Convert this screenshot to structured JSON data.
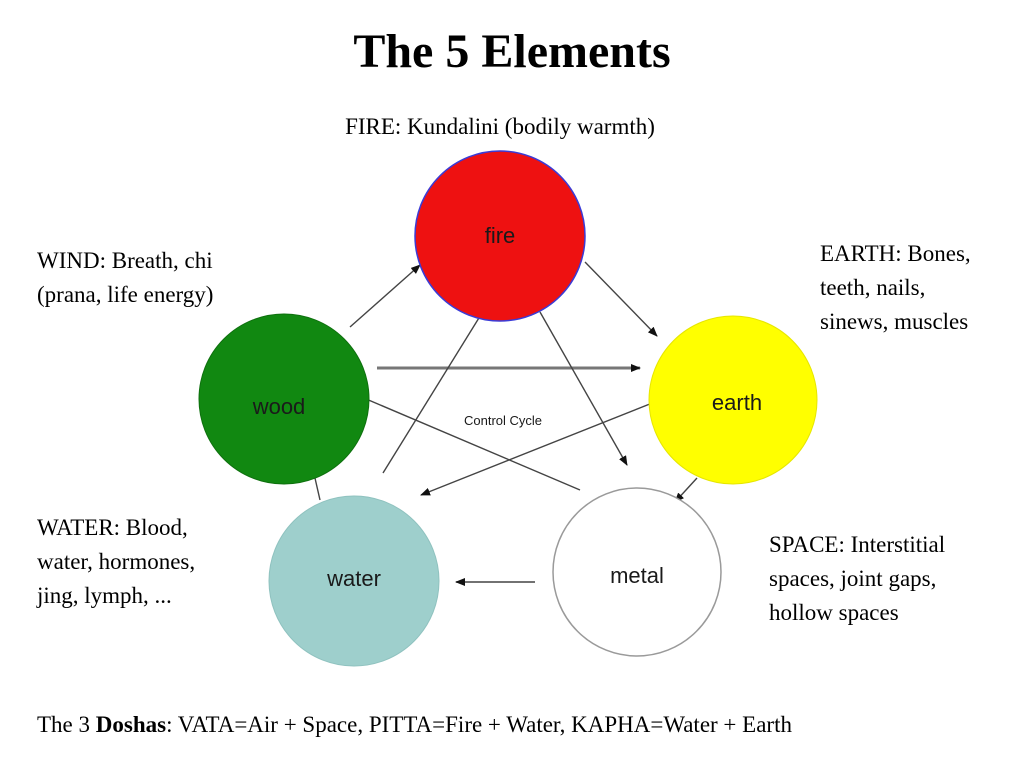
{
  "title": "The 5 Elements",
  "captions": {
    "fire": [
      "FIRE: Kundalini (bodily warmth)"
    ],
    "wind": [
      "WIND: Breath, chi",
      "(prana, life energy)"
    ],
    "earth": [
      "EARTH: Bones,",
      "teeth, nails,",
      "sinews, muscles"
    ],
    "water": [
      "WATER: Blood,",
      "water, hormones,",
      "jing, lymph, ..."
    ],
    "space": [
      "SPACE: Interstitial",
      "spaces, joint gaps,",
      "hollow spaces"
    ]
  },
  "diagram": {
    "nodes": {
      "fire": {
        "label": "fire",
        "color": "#ee1111",
        "stroke": "#3b3bd6"
      },
      "earth": {
        "label": "earth",
        "color": "#ffff00",
        "stroke": "#e6e600"
      },
      "metal": {
        "label": "metal",
        "color": "#ffffff",
        "stroke": "#9a9a9a"
      },
      "water": {
        "label": "water",
        "color": "#9ecfcc",
        "stroke": "#8fc2bf"
      },
      "wood": {
        "label": "wood",
        "color": "#118811",
        "stroke": "#0e700e"
      }
    },
    "center_label": "Control Cycle"
  },
  "footer": {
    "prefix": "The 3 ",
    "bold": "Doshas",
    "rest": ": VATA=Air + Space, PITTA=Fire + Water, KAPHA=Water + Earth"
  }
}
